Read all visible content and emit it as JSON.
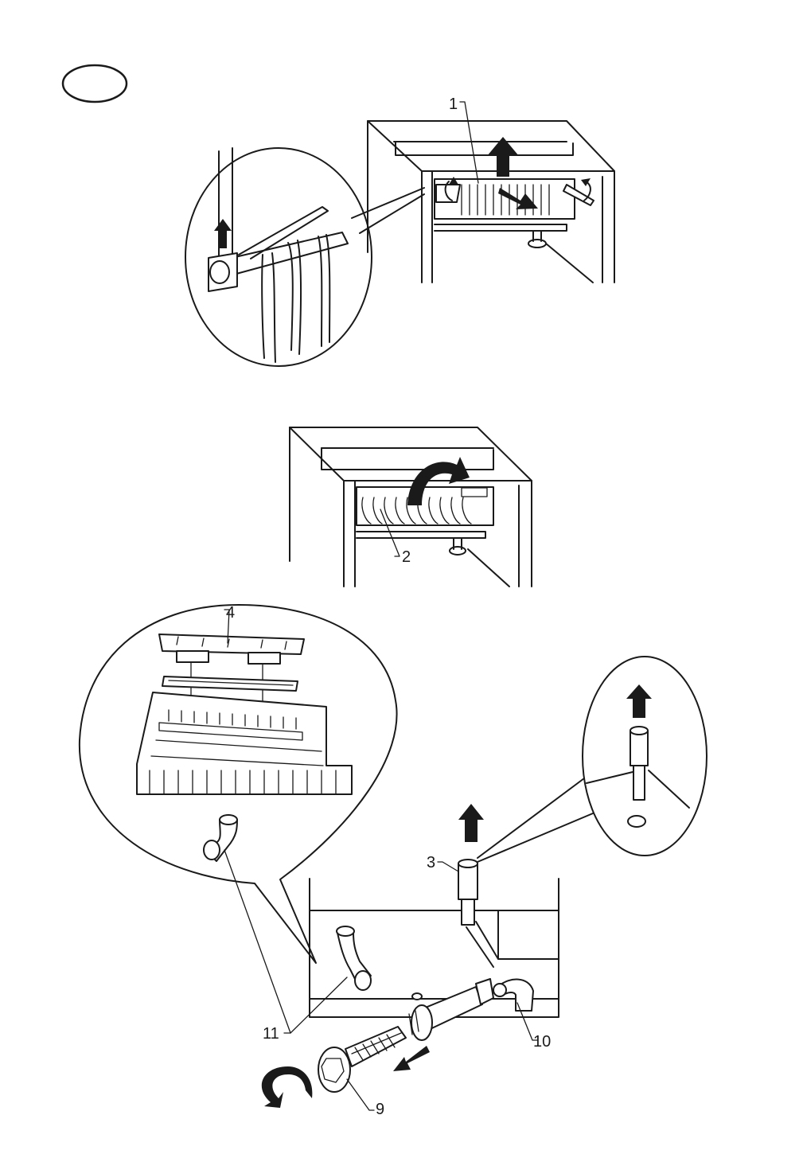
{
  "figure": {
    "step_marker": "",
    "callouts": {
      "c1": "1",
      "c2": "2",
      "c3": "3",
      "c4": "4",
      "c9": "9",
      "c10": "10",
      "c11": "11"
    }
  }
}
